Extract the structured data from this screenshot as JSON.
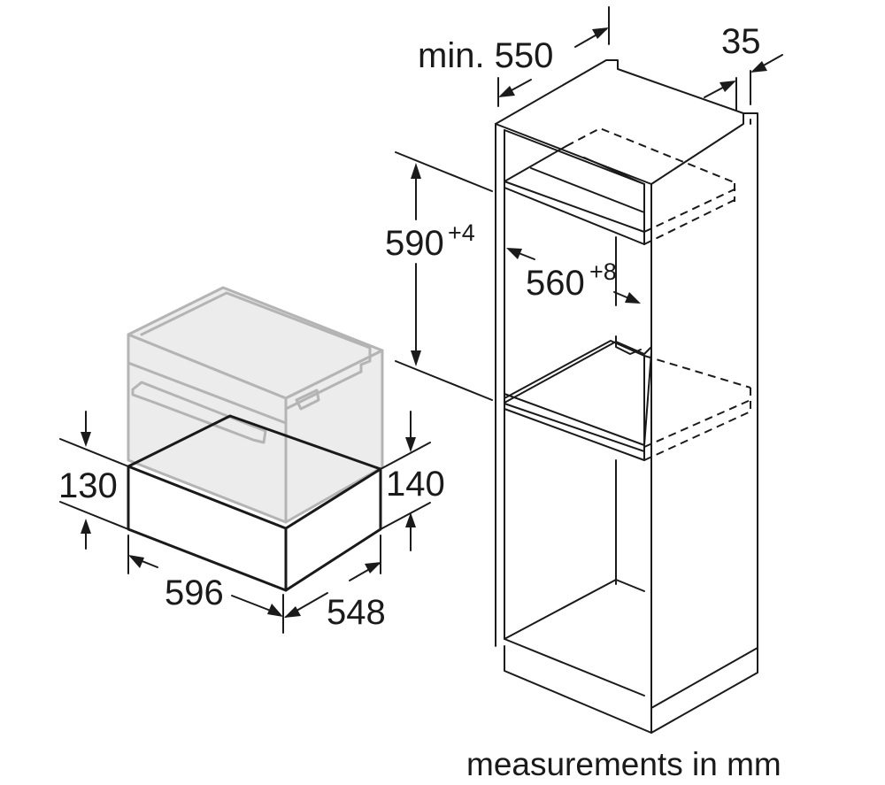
{
  "drawer_dimensions": {
    "height_front": "130",
    "height_side": "140",
    "width": "596",
    "depth": "548"
  },
  "cabinet_dimensions": {
    "min_depth": "min. 550",
    "rear_gap": "35",
    "niche_height": "590",
    "niche_height_tolerance": "+4",
    "niche_width": "560",
    "niche_width_tolerance": "+8"
  },
  "caption": "measurements in mm"
}
